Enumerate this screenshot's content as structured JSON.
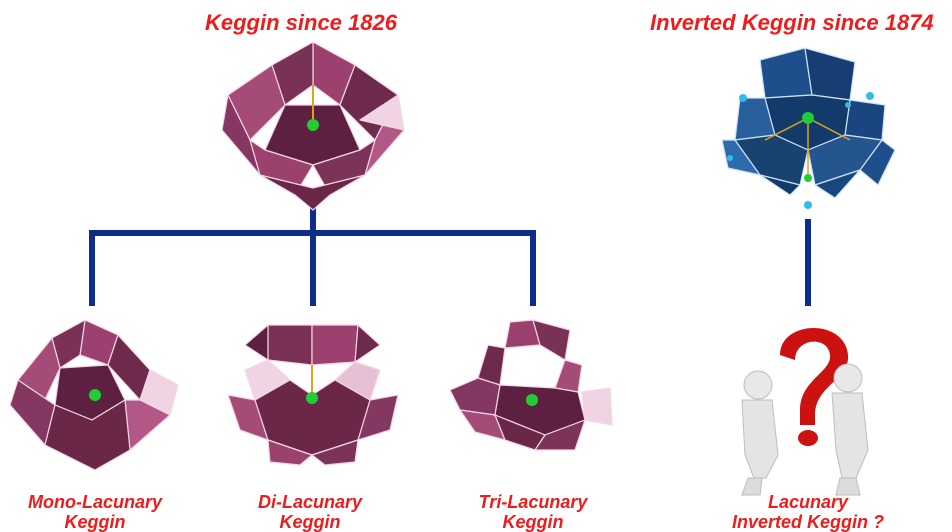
{
  "titles": {
    "keggin": "Keggin since 1826",
    "inverted": "Inverted Keggin since 1874"
  },
  "labels": [
    {
      "line1": "Mono-Lacunary",
      "line2": "Keggin"
    },
    {
      "line1": "Di-Lacunary",
      "line2": "Keggin"
    },
    {
      "line1": "Tri-Lacunary",
      "line2": "Keggin"
    },
    {
      "line1": "Lacunary",
      "line2": "Inverted Keggin ?"
    }
  ],
  "colors": {
    "title_red": "#ee1c1c",
    "connector_blue": "#0d2c8c",
    "keggin_polyhedra": "#8b3a62",
    "inverted_polyhedra": "#1f4e8c",
    "central_atom": "#22cc33",
    "terminal_atom": "#33bbee",
    "question_mark": "#cc1111"
  },
  "icons": [
    "keggin-structure",
    "mono-lacunary-structure",
    "di-lacunary-structure",
    "tri-lacunary-structure",
    "inverted-keggin-structure",
    "thinking-figures-icon",
    "question-mark-icon"
  ]
}
